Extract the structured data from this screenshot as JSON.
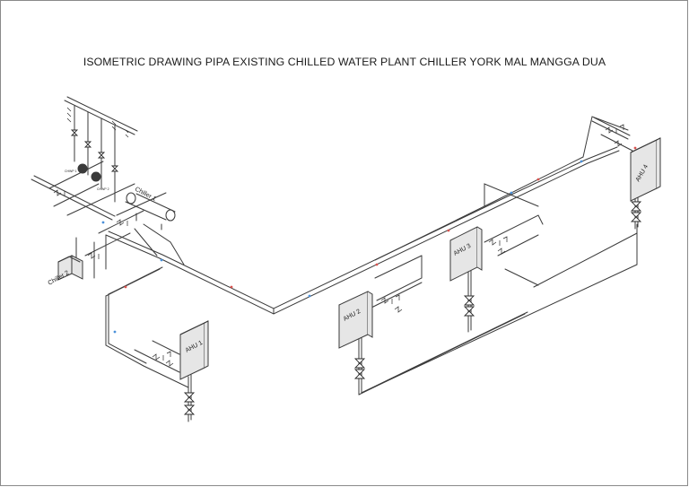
{
  "drawing": {
    "title": "ISOMETRIC DRAWING PIPA EXISTING CHILLED WATER PLANT CHILLER YORK MAL MANGGA DUA",
    "colors": {
      "pipe": "#3a3a3a",
      "equipment_fill": "#e6e6e6",
      "marker_red": "#d9534f",
      "marker_blue": "#4a90d9",
      "frame": "#8a8a8a"
    },
    "equipment": {
      "chiller_1": "Chiller 1",
      "chiller_2": "Chiller 2",
      "ahu_1": "AHU 1",
      "ahu_2": "AHU 2",
      "ahu_3": "AHU 3",
      "ahu_4": "AHU 4"
    },
    "pumps": [
      "CHWP 1",
      "CHWP 2"
    ],
    "icons": [
      "gate-valve-icon",
      "check-valve-icon",
      "strainer-icon",
      "pump-icon",
      "pressure-gauge-icon"
    ]
  }
}
